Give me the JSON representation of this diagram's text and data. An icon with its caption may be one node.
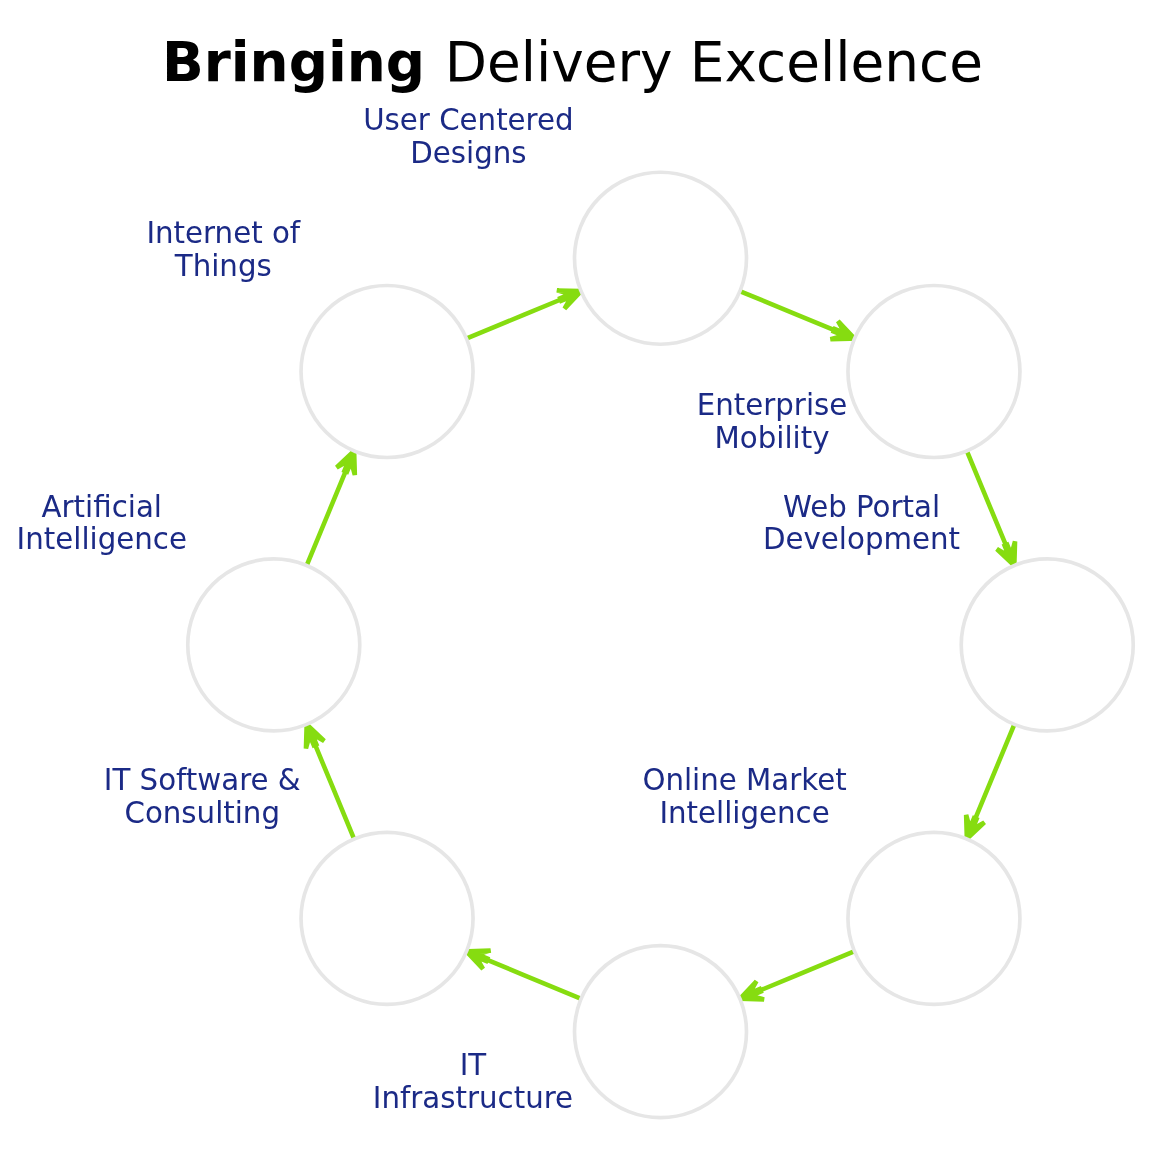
{
  "diagram": {
    "title": "**Bringing** Delivery Excellence",
    "nodes": [
      {
        "text": [],
        "shape": "circle",
        "beside": [
          "User Centered Designs"
        ]
      },
      {
        "text": [],
        "shape": "circle",
        "beside": [
          "Enterprise Mobility"
        ]
      },
      {
        "text": [],
        "shape": "circle",
        "beside": [
          "Web Portal Development"
        ]
      },
      {
        "text": [],
        "shape": "circle",
        "beside": [
          "Online Market Intelligence"
        ]
      },
      {
        "text": [],
        "shape": "circle",
        "beside": [
          "IT Infrastructure"
        ]
      },
      {
        "text": [],
        "shape": "circle",
        "beside": [
          "IT Software & Consulting"
        ]
      },
      {
        "text": [],
        "shape": "circle",
        "beside": [
          "Artificial Intelligence"
        ]
      },
      {
        "text": [],
        "shape": "circle",
        "beside": [
          "Internet of Things"
        ]
      }
    ],
    "edges": [
      {
        "from": 0,
        "to": 1,
        "arrow": "to"
      },
      {
        "from": 1,
        "to": 2,
        "arrow": "to"
      },
      {
        "from": 2,
        "to": 3,
        "arrow": "to"
      },
      {
        "from": 3,
        "to": 4,
        "arrow": "to"
      },
      {
        "from": 4,
        "to": 5,
        "arrow": "to"
      },
      {
        "from": 5,
        "to": 6,
        "arrow": "to"
      },
      {
        "from": 6,
        "to": 7,
        "arrow": "to"
      },
      {
        "from": 7,
        "to": 0,
        "arrow": "to"
      }
    ]
  }
}
